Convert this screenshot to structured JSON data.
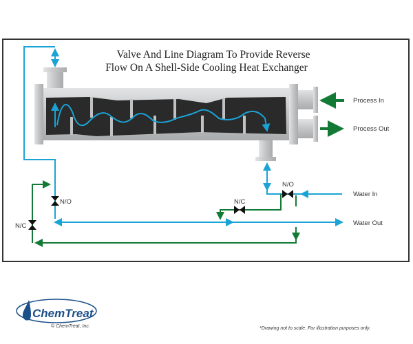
{
  "title": {
    "line1": "Valve And Line Diagram To Provide Reverse",
    "line2": "Flow On A Shell-Side Cooling Heat Exchanger"
  },
  "labels": {
    "process_in": "Process In",
    "process_out": "Process Out",
    "water_in": "Water In",
    "water_out": "Water Out",
    "valve_left_no": "N/O",
    "valve_left_nc": "N/C",
    "valve_right_no": "N/O",
    "valve_right_nc": "N/C"
  },
  "footer": {
    "logo_text": "ChemTreat",
    "copyright": "© ChemTreat, Inc.",
    "disclaimer": "*Drawing not to scale. For illustration purposes only."
  },
  "colors": {
    "water_line": "#1ba3d6",
    "reverse_line": "#137a35",
    "shell": "#c9cbcd",
    "interior": "#2a2a2a",
    "brand": "#1b4f8a"
  }
}
